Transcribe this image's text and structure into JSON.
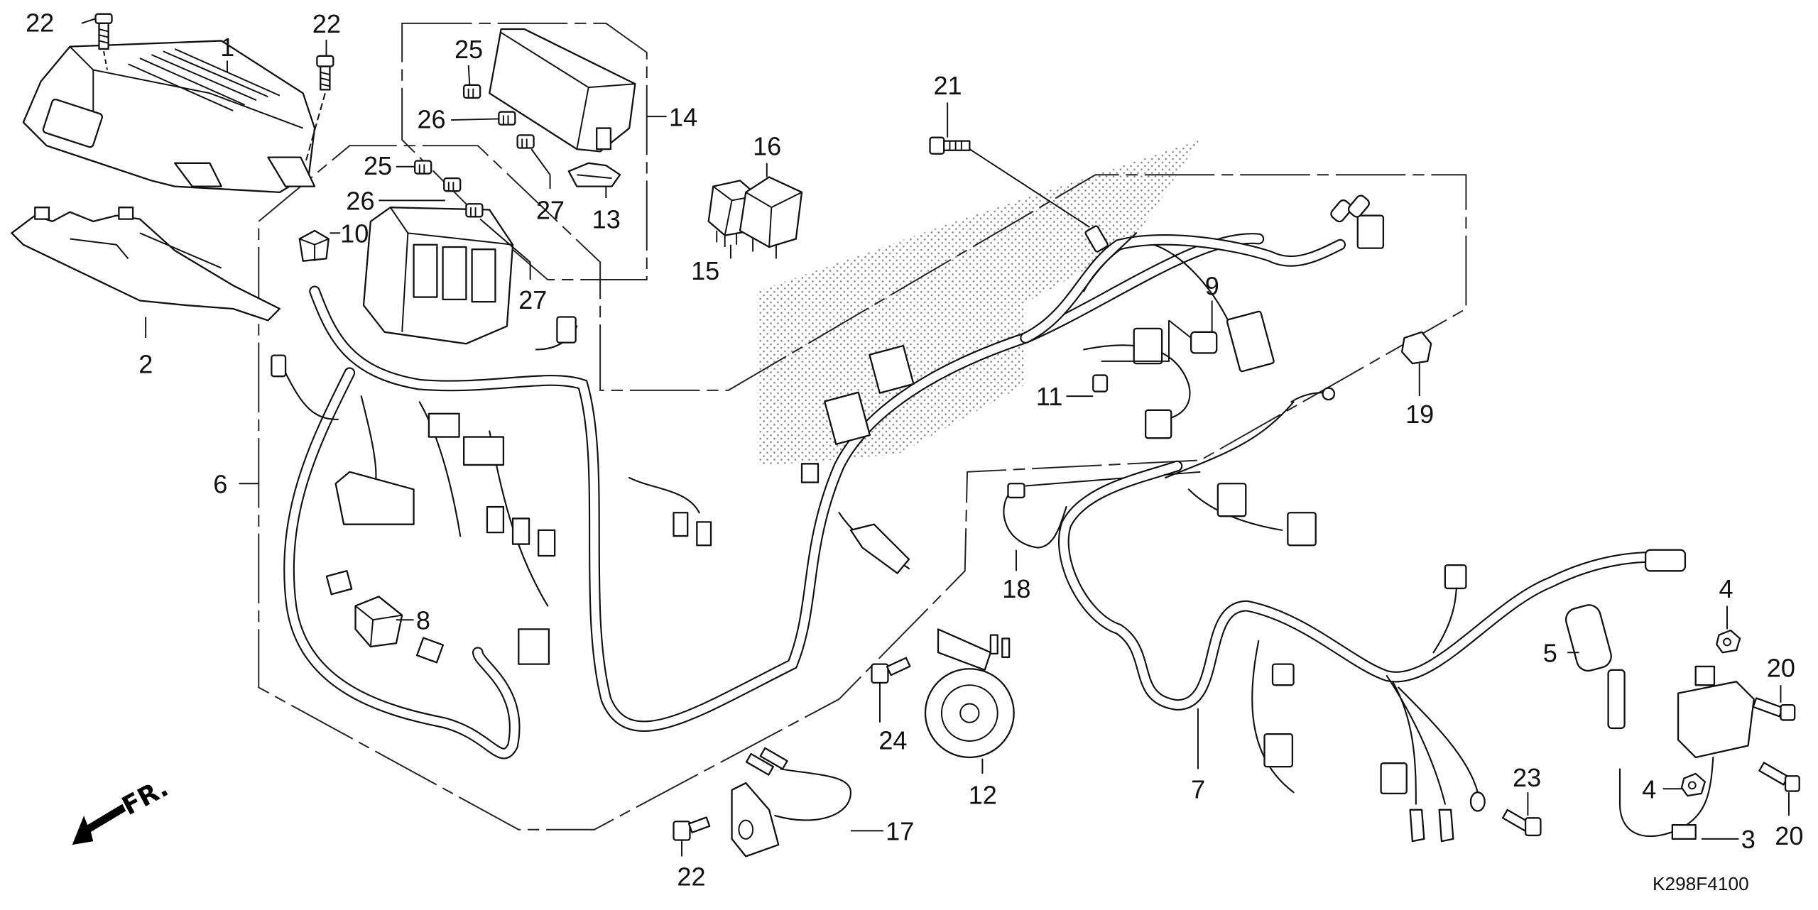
{
  "diagram": {
    "title": "Wire harness parts diagram",
    "part_code": "K298F4100",
    "front_indicator": "FR.",
    "callouts": [
      {
        "id": "c22a",
        "label": "22",
        "part": "flange bolt"
      },
      {
        "id": "c1",
        "label": "1",
        "part": "control unit (ECU)"
      },
      {
        "id": "c22b",
        "label": "22",
        "part": "flange bolt"
      },
      {
        "id": "c2",
        "label": "2",
        "part": "mounting plate"
      },
      {
        "id": "c25a",
        "label": "25",
        "part": "fuse"
      },
      {
        "id": "c26a",
        "label": "26",
        "part": "fuse"
      },
      {
        "id": "c14",
        "label": "14",
        "part": "fuse box assembly"
      },
      {
        "id": "c27a",
        "label": "27",
        "part": "fuse"
      },
      {
        "id": "c13",
        "label": "13",
        "part": "fuse puller"
      },
      {
        "id": "c16",
        "label": "16",
        "part": "relay"
      },
      {
        "id": "c15",
        "label": "15",
        "part": "relay"
      },
      {
        "id": "c25b",
        "label": "25",
        "part": "fuse"
      },
      {
        "id": "c26b",
        "label": "26",
        "part": "fuse"
      },
      {
        "id": "c10",
        "label": "10",
        "part": "relay"
      },
      {
        "id": "c27b",
        "label": "27",
        "part": "fuse"
      },
      {
        "id": "c21",
        "label": "21",
        "part": "bolt"
      },
      {
        "id": "c9",
        "label": "9",
        "part": "connector"
      },
      {
        "id": "c11",
        "label": "11",
        "part": "connector"
      },
      {
        "id": "c19",
        "label": "19",
        "part": "clamp"
      },
      {
        "id": "c6",
        "label": "6",
        "part": "main wire harness"
      },
      {
        "id": "c8",
        "label": "8",
        "part": "connector cover"
      },
      {
        "id": "c18",
        "label": "18",
        "part": "sub harness"
      },
      {
        "id": "c24",
        "label": "24",
        "part": "bolt"
      },
      {
        "id": "c12",
        "label": "12",
        "part": "horn"
      },
      {
        "id": "c17",
        "label": "17",
        "part": "solenoid / sensor"
      },
      {
        "id": "c22c",
        "label": "22",
        "part": "flange bolt"
      },
      {
        "id": "c7",
        "label": "7",
        "part": "rear wire harness"
      },
      {
        "id": "c5",
        "label": "5",
        "part": "spark plug cap"
      },
      {
        "id": "c4a",
        "label": "4",
        "part": "nut"
      },
      {
        "id": "c4b",
        "label": "4",
        "part": "nut"
      },
      {
        "id": "c20a",
        "label": "20",
        "part": "bolt"
      },
      {
        "id": "c20b",
        "label": "20",
        "part": "bolt"
      },
      {
        "id": "c3",
        "label": "3",
        "part": "ignition coil"
      },
      {
        "id": "c23",
        "label": "23",
        "part": "bolt"
      }
    ]
  }
}
